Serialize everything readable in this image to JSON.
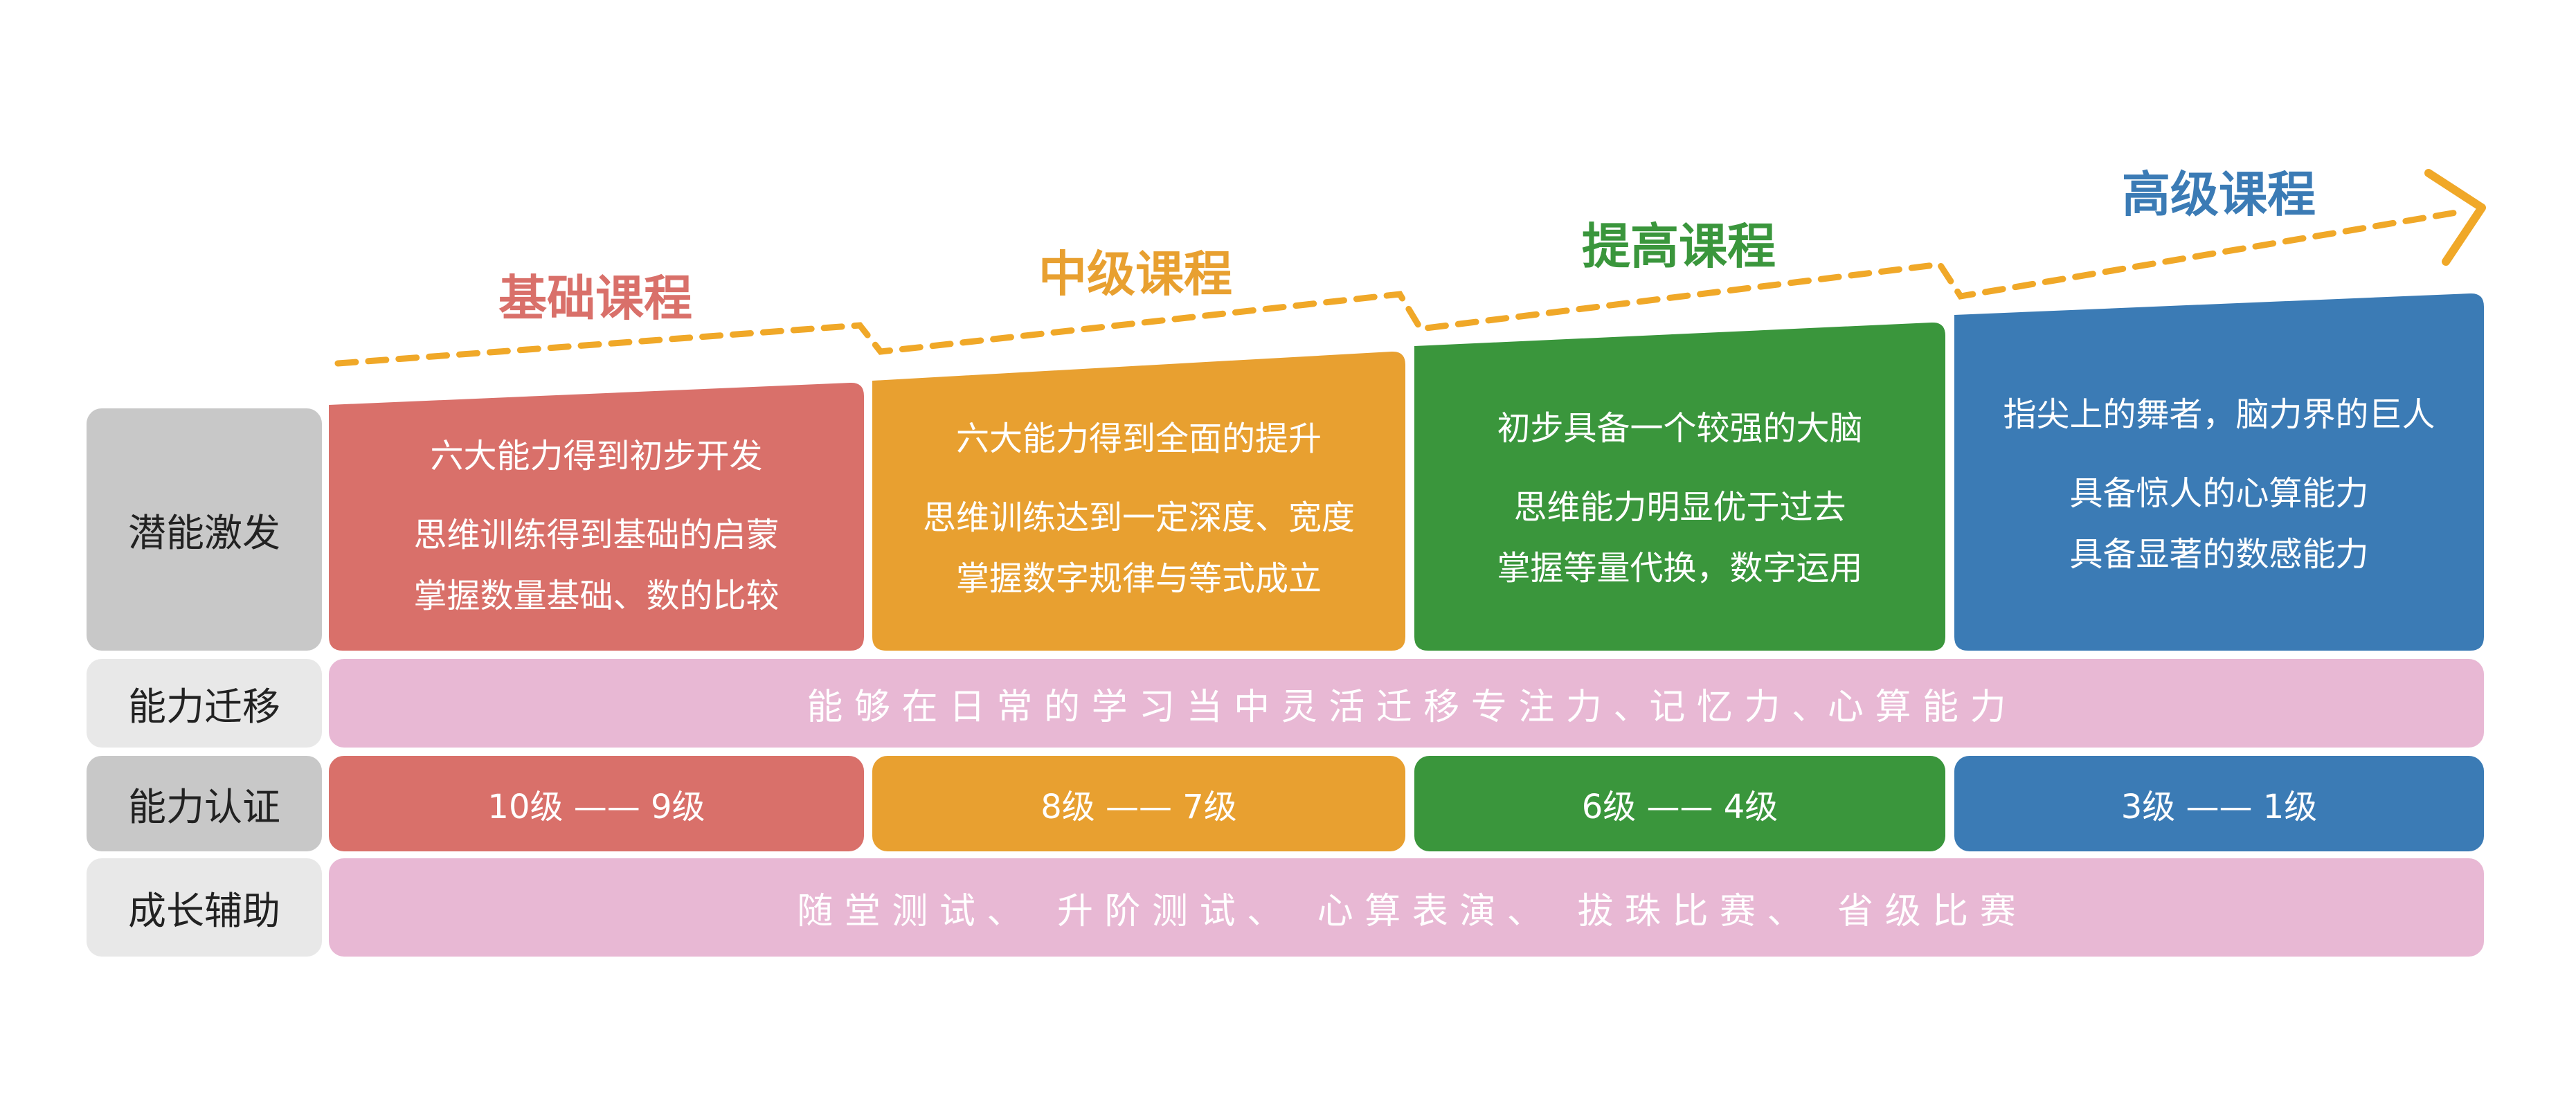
{
  "colors": {
    "basic": "#d9706a",
    "intermediate": "#e8a030",
    "advanced": "#3a963c",
    "senior": "#3b7bb5",
    "pink": "#e8b8d4",
    "row_label_dark": "#c8c8c8",
    "row_label_light": "#e8e8e8",
    "arrow": "#f0a828"
  },
  "levels": [
    {
      "title": "基础课程",
      "title_color": "#d9706a",
      "lines": [
        "六大能力得到初步开发",
        "思维训练得到基础的启蒙",
        "掌握数量基础、数的比较"
      ],
      "cert": "10级 —— 9级"
    },
    {
      "title": "中级课程",
      "title_color": "#e8a030",
      "lines": [
        "六大能力得到全面的提升",
        "思维训练达到一定深度、宽度",
        "掌握数字规律与等式成立"
      ],
      "cert": "8级 —— 7级"
    },
    {
      "title": "提高课程",
      "title_color": "#3a963c",
      "lines": [
        "初步具备一个较强的大脑",
        "思维能力明显优于过去",
        "掌握等量代换，数字运用"
      ],
      "cert": "6级 —— 4级"
    },
    {
      "title": "高级课程",
      "title_color": "#3b7bb5",
      "lines": [
        "指尖上的舞者，脑力界的巨人",
        "具备惊人的心算能力",
        "具备显著的数感能力"
      ],
      "cert": "3级 —— 1级"
    }
  ],
  "rows": {
    "potential": "潜能激发",
    "transfer": "能力迁移",
    "certification": "能力认证",
    "growth": "成长辅助"
  },
  "transfer_text": "能 够 在 日 常 的 学 习 当 中 灵 活 迁 移 专 注 力 、记 忆 力 、心 算 能 力",
  "growth_text": "随 堂 测 试 、   升 阶 测 试 、   心 算 表 演 、   拔 珠 比 赛 、   省 级 比 赛"
}
